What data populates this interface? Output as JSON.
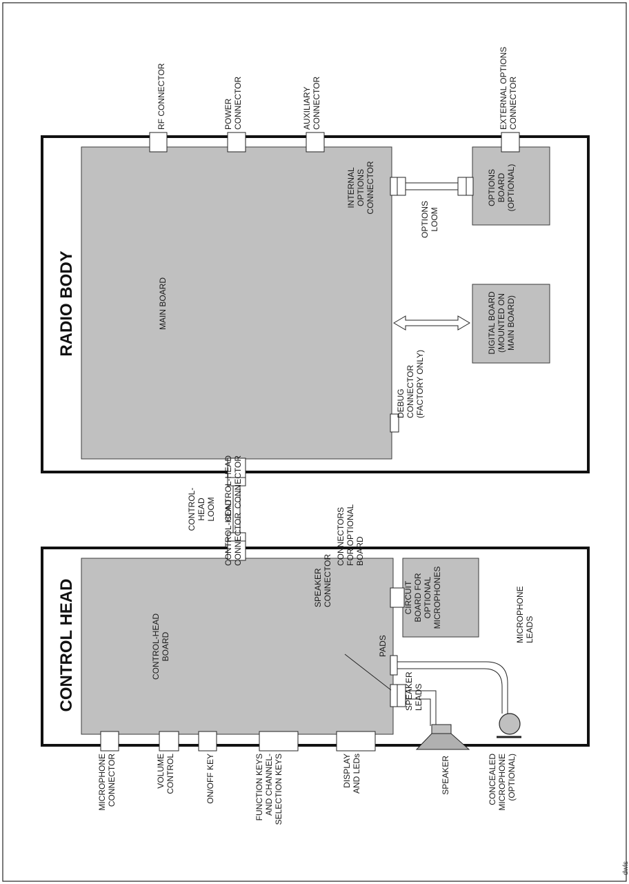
{
  "watermark": "dwls",
  "radio_body": {
    "title": "RADIO BODY",
    "main_board": "MAIN BOARD",
    "rf_connector": "RF CONNECTOR",
    "power_connector": [
      "POWER",
      "CONNECTOR"
    ],
    "auxiliary_connector": [
      "AUXILIARY",
      "CONNECTOR"
    ],
    "external_options_connector": [
      "EXTERNAL OPTIONS",
      "CONNECTOR"
    ],
    "internal_options_connector": [
      "INTERNAL",
      "OPTIONS",
      "CONNECTOR"
    ],
    "options_loom": [
      "OPTIONS",
      "LOOM"
    ],
    "options_board": [
      "OPTIONS",
      "BOARD",
      "(OPTIONAL)"
    ],
    "digital_board": [
      "DIGITAL BOARD",
      "(MOUNTED ON",
      "MAIN BOARD)"
    ],
    "control_head_connector": [
      "CONTROL-HEAD",
      "CONNECTOR"
    ],
    "debug_connector": [
      "DEBUG",
      "CONNECTOR",
      "(FACTORY ONLY)"
    ]
  },
  "loom": {
    "control_head_loom": [
      "CONTROL-",
      "HEAD",
      "LOOM"
    ]
  },
  "control_head": {
    "title": "CONTROL HEAD",
    "control_head_board": [
      "CONTROL-HEAD",
      "BOARD"
    ],
    "control_head_connector": [
      "CONTROL-HEAD",
      "CONNECTOR"
    ],
    "speaker_connector": [
      "SPEAKER",
      "CONNECTOR"
    ],
    "connectors_optional_board": [
      "CONNECTORS",
      "FOR OPTIONAL",
      "BOARD"
    ],
    "circuit_board": [
      "CIRCUIT",
      "BOARD FOR",
      "OPTIONAL",
      "MICROPHONES"
    ],
    "pads": "PADS",
    "speaker_leads": [
      "SPEAKER",
      "LEADS"
    ],
    "microphone_leads": [
      "MICROPHONE",
      "LEADS"
    ],
    "microphone_connector": [
      "MICROPHONE",
      "CONNECTOR"
    ],
    "volume_control": [
      "VOLUME",
      "CONTROL"
    ],
    "on_off_key": "ON/OFF KEY",
    "function_keys": [
      "FUNCTION KEYS",
      "AND CHANNEL-",
      "SELECTION KEYS"
    ],
    "display_leds": [
      "DISPLAY",
      "AND LEDs"
    ],
    "speaker": "SPEAKER",
    "concealed_microphone": [
      "CONCEALED",
      "MICROPHONE",
      "(OPTIONAL)"
    ]
  }
}
